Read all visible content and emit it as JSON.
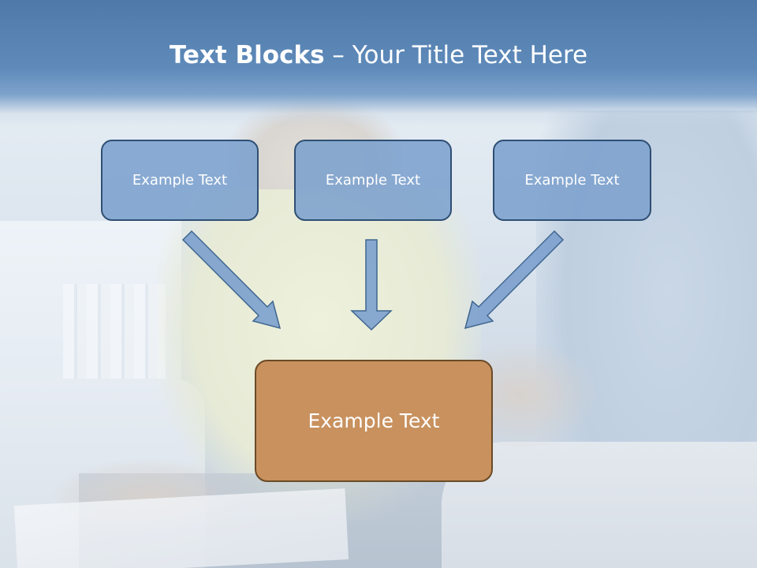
{
  "title": {
    "bold": "Text Blocks",
    "rest": " – Your Title Text Here"
  },
  "blocks": {
    "top_left": "Example Text",
    "top_center": "Example Text",
    "top_right": "Example Text",
    "main": "Example Text"
  },
  "colors": {
    "title_band": "#5f8bbb",
    "block_fill": "#7ca0cd",
    "block_border": "#2e4f74",
    "main_fill": "#c8915e",
    "main_border": "#6b4a26",
    "arrow_fill": "#7ca0cd"
  }
}
